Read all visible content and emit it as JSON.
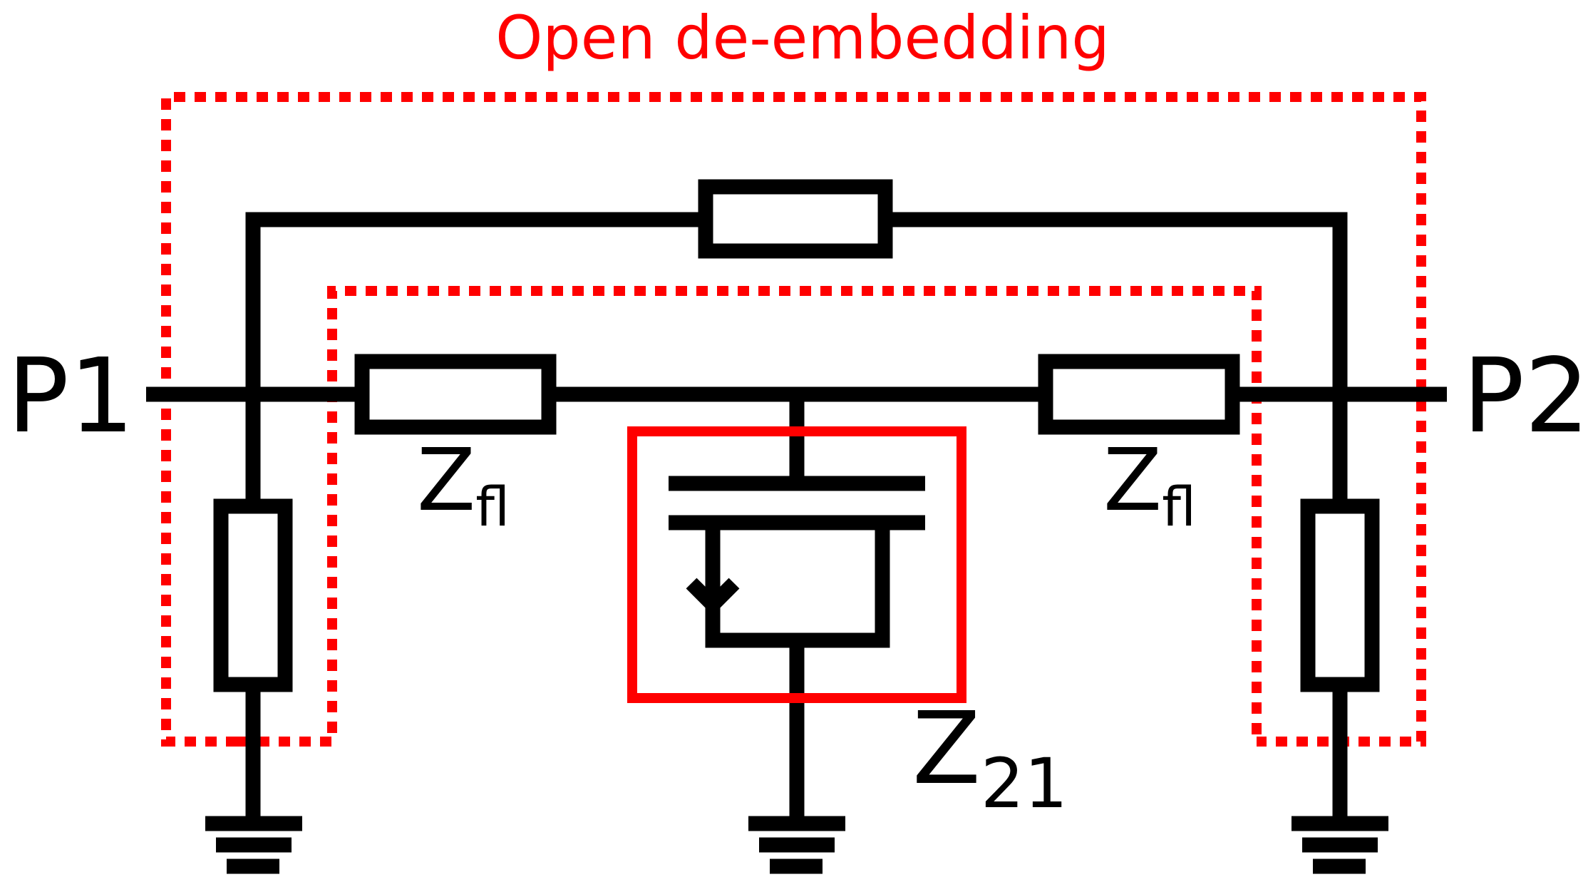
{
  "title": "Open de-embedding",
  "ports": {
    "p1": "P1",
    "p2": "P2"
  },
  "labels": {
    "zfl_left": {
      "main": "Z",
      "sub": "fl"
    },
    "zfl_right": {
      "main": "Z",
      "sub": "fl"
    },
    "z21": {
      "main": "Z",
      "sub": "21"
    }
  },
  "colors": {
    "wire": "#000000",
    "highlight": "#ff0000",
    "background": "#ffffff"
  },
  "icons": [
    "resistor",
    "transistor",
    "ground-symbol"
  ]
}
